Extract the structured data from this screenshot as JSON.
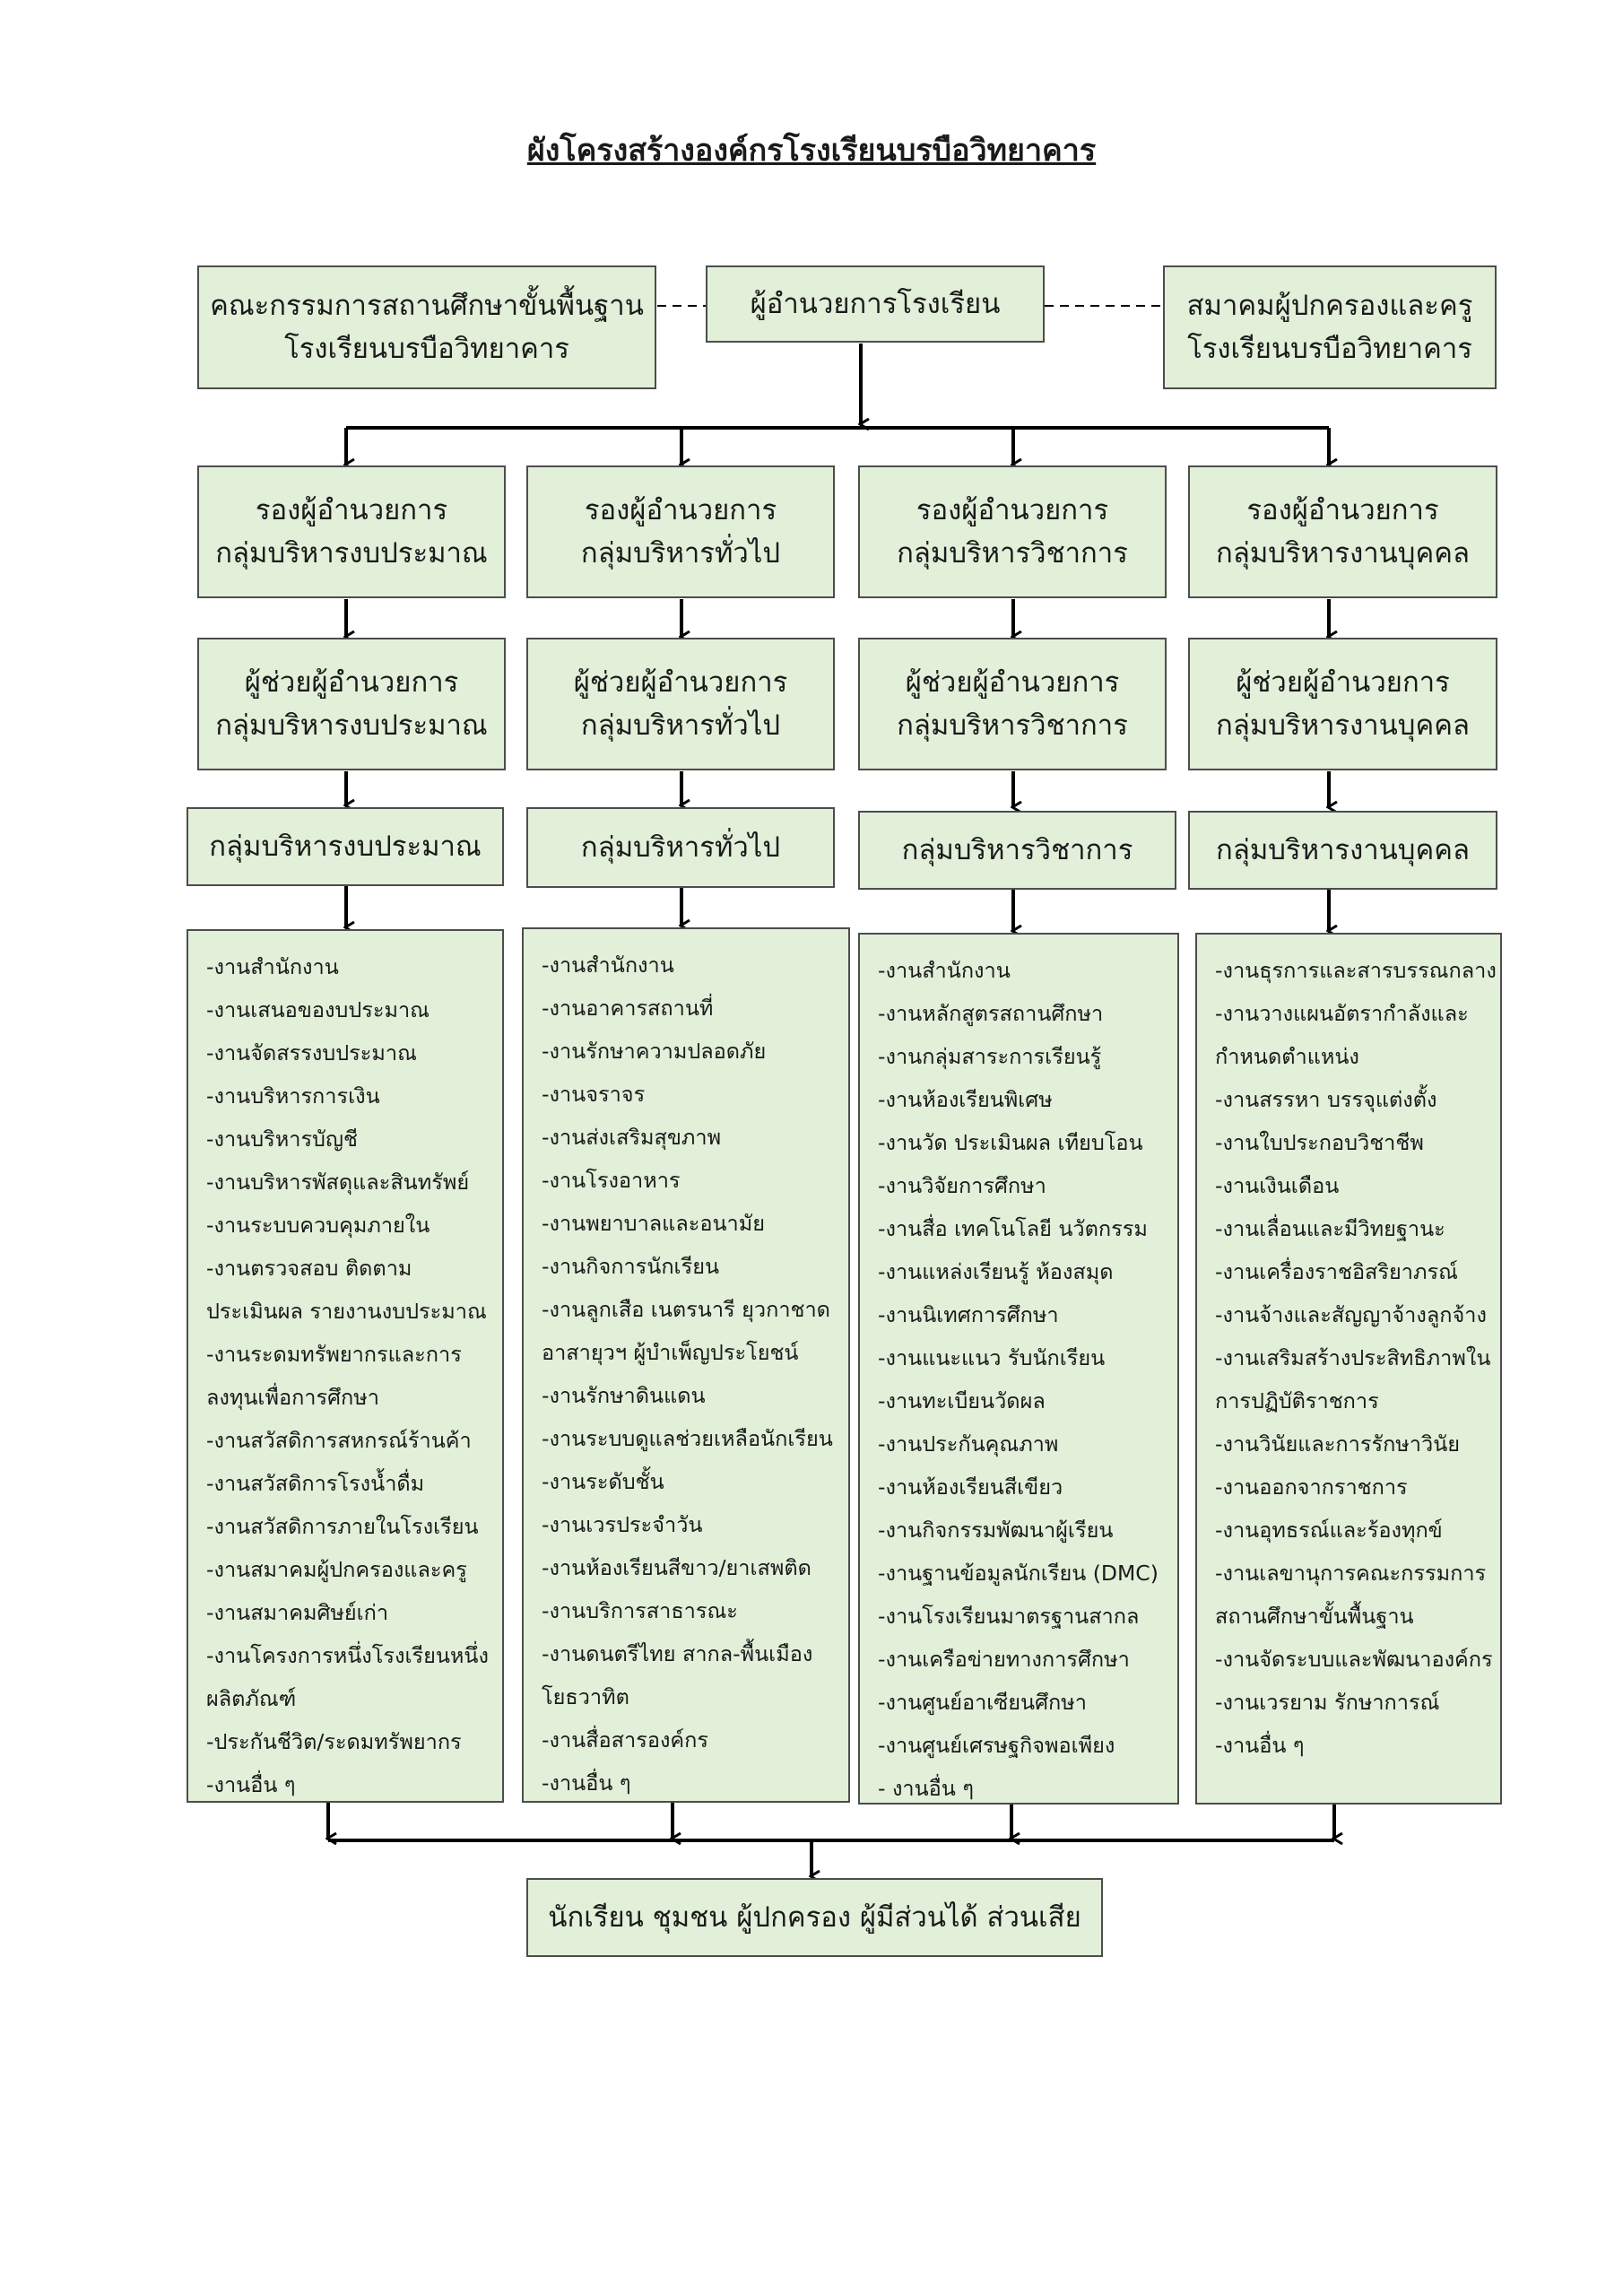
{
  "title": "ผังโครงสร้างองค์กรโรงเรียนบรบือวิทยาคาร",
  "top": {
    "left": [
      "คณะกรรมการสถานศึกษาขั้นพื้นฐาน",
      "โรงเรียนบรบือวิทยาคาร"
    ],
    "center": [
      "ผู้อำนวยการโรงเรียน"
    ],
    "right": [
      "สมาคมผู้ปกครองและครู",
      "โรงเรียนบรบือวิทยาคาร"
    ]
  },
  "columns": [
    {
      "deputy": [
        "รองผู้อำนวยการ",
        "กลุ่มบริหารงบประมาณ"
      ],
      "assistant": [
        "ผู้ช่วยผู้อำนวยการ",
        "กลุ่มบริหารงบประมาณ"
      ],
      "group": "กลุ่มบริหารงบประมาณ",
      "tasks": [
        "-งานสำนักงาน",
        "-งานเสนอของบประมาณ",
        "-งานจัดสรรงบประมาณ",
        "-งานบริหารการเงิน",
        "-งานบริหารบัญชี",
        "-งานบริหารพัสดุและสินทรัพย์",
        "-งานระบบควบคุมภายใน",
        "-งานตรวจสอบ ติดตาม",
        "ประเมินผล รายงานงบประมาณ",
        "-งานระดมทรัพยากรและการ",
        "ลงทุนเพื่อการศึกษา",
        "-งานสวัสดิการสหกรณ์ร้านค้า",
        "-งานสวัสดิการโรงน้ำดื่ม",
        "-งานสวัสดิการภายในโรงเรียน",
        "-งานสมาคมผู้ปกครองและครู",
        "-งานสมาคมศิษย์เก่า",
        "-งานโครงการหนึ่งโรงเรียนหนึ่ง",
        "ผลิตภัณฑ์",
        "-ประกันชีวิต/ระดมทรัพยากร",
        "-งานอื่น ๆ"
      ]
    },
    {
      "deputy": [
        "รองผู้อำนวยการ",
        "กลุ่มบริหารทั่วไป"
      ],
      "assistant": [
        "ผู้ช่วยผู้อำนวยการ",
        "กลุ่มบริหารทั่วไป"
      ],
      "group": "กลุ่มบริหารทั่วไป",
      "tasks": [
        "-งานสำนักงาน",
        "-งานอาคารสถานที่",
        "-งานรักษาความปลอดภัย",
        "-งานจราจร",
        "-งานส่งเสริมสุขภาพ",
        "-งานโรงอาหาร",
        "-งานพยาบาลและอนามัย",
        "-งานกิจการนักเรียน",
        "-งานลูกเสือ เนตรนารี ยุวกาชาด",
        "อาสายุวฯ ผู้บำเพ็ญประโยชน์",
        "-งานรักษาดินแดน",
        "-งานระบบดูแลช่วยเหลือนักเรียน",
        "-งานระดับชั้น",
        "-งานเวรประจำวัน",
        "-งานห้องเรียนสีขาว/ยาเสพติด",
        "-งานบริการสาธารณะ",
        "-งานดนตรีไทย สากล-พื้นเมือง",
        "โยธวาทิต",
        "-งานสื่อสารองค์กร",
        "-งานอื่น ๆ"
      ]
    },
    {
      "deputy": [
        "รองผู้อำนวยการ",
        "กลุ่มบริหารวิชาการ"
      ],
      "assistant": [
        "ผู้ช่วยผู้อำนวยการ",
        "กลุ่มบริหารวิชาการ"
      ],
      "group": "กลุ่มบริหารวิชาการ",
      "tasks": [
        "-งานสำนักงาน",
        "-งานหลักสูตรสถานศึกษา",
        "-งานกลุ่มสาระการเรียนรู้",
        "-งานห้องเรียนพิเศษ",
        "-งานวัด ประเมินผล เทียบโอน",
        "-งานวิจัยการศึกษา",
        "-งานสื่อ เทคโนโลยี นวัตกรรม",
        "-งานแหล่งเรียนรู้ ห้องสมุด",
        "-งานนิเทศการศึกษา",
        "-งานแนะแนว รับนักเรียน",
        "-งานทะเบียนวัดผล",
        "-งานประกันคุณภาพ",
        "-งานห้องเรียนสีเขียว",
        "-งานกิจกรรมพัฒนาผู้เรียน",
        "-งานฐานข้อมูลนักเรียน (DMC)",
        "-งานโรงเรียนมาตรฐานสากล",
        "-งานเครือข่ายทางการศึกษา",
        "-งานศูนย์อาเซียนศึกษา",
        "-งานศูนย์เศรษฐกิจพอเพียง",
        "- งานอื่น ๆ"
      ]
    },
    {
      "deputy": [
        "รองผู้อำนวยการ",
        "กลุ่มบริหารงานบุคคล"
      ],
      "assistant": [
        "ผู้ช่วยผู้อำนวยการ",
        "กลุ่มบริหารงานบุคคล"
      ],
      "group": "กลุ่มบริหารงานบุคคล",
      "tasks": [
        "-งานธุรการและสารบรรณกลาง",
        "-งานวางแผนอัตรากำลังและ",
        "กำหนดตำแหน่ง",
        "-งานสรรหา บรรจุแต่งตั้ง",
        "-งานใบประกอบวิชาชีพ",
        "-งานเงินเดือน",
        "-งานเลื่อนและมีวิทยฐานะ",
        "-งานเครื่องราชอิสริยาภรณ์",
        "-งานจ้างและสัญญาจ้างลูกจ้าง",
        "-งานเสริมสร้างประสิทธิภาพใน",
        "การปฏิบัติราชการ",
        "-งานวินัยและการรักษาวินัย",
        "-งานออกจากราชการ",
        "-งานอุทธรณ์และร้องทุกข์",
        "-งานเลขานุการคณะกรรมการ",
        "สถานศึกษาขั้นพื้นฐาน",
        "-งานจัดระบบและพัฒนาองค์กร",
        "-งานเวรยาม รักษาการณ์",
        "-งานอื่น ๆ"
      ]
    }
  ],
  "bottom": "นักเรียน ชุมชน ผู้ปกครอง ผู้มีส่วนได้ ส่วนเสีย"
}
